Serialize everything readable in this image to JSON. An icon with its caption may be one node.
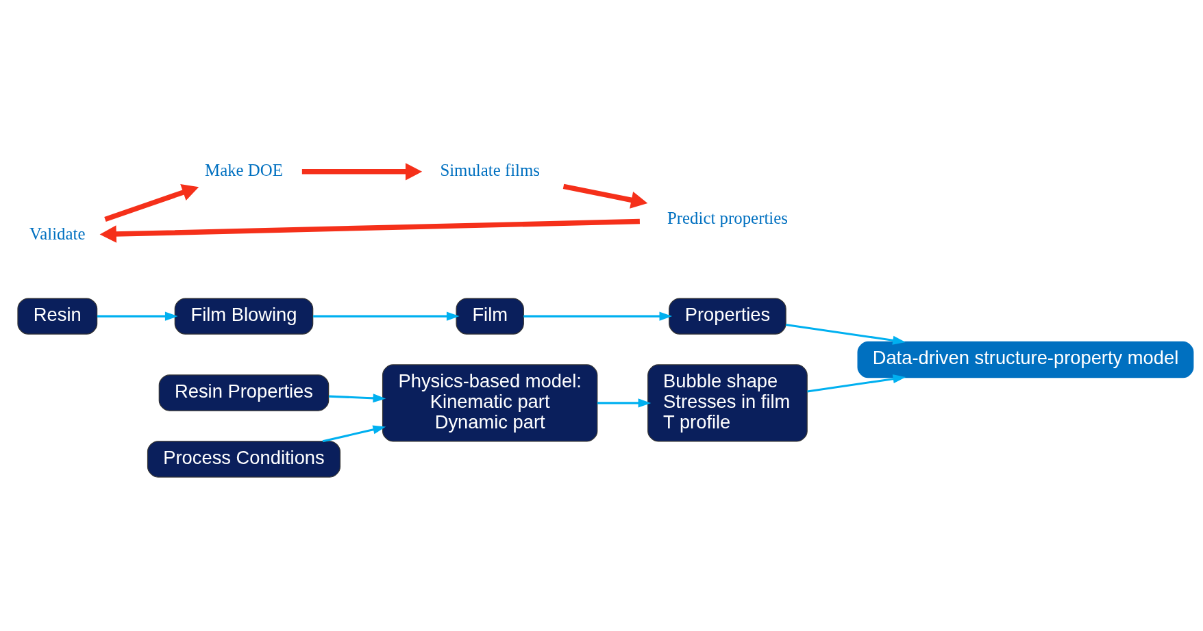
{
  "diagram": {
    "nodes": [
      {
        "text": [
          "Resin"
        ]
      },
      {
        "text": [
          "Film Blowing"
        ]
      },
      {
        "text": [
          "Film"
        ]
      },
      {
        "text": [
          "Properties"
        ]
      },
      {
        "text": [
          "Data-driven structure-property model"
        ]
      },
      {
        "text": [
          "Resin Properties"
        ]
      },
      {
        "text": [
          "Process Conditions"
        ]
      },
      {
        "text": [
          "Physics-based model:",
          "Kinematic part",
          "Dynamic part"
        ]
      },
      {
        "text": [
          "Bubble shape",
          "Stresses in film",
          "T profile"
        ]
      },
      {
        "text": [
          "Validate"
        ]
      },
      {
        "text": [
          "Make DOE"
        ]
      },
      {
        "text": [
          "Simulate films"
        ]
      },
      {
        "text": [
          "Predict properties"
        ]
      }
    ],
    "edges": [
      {
        "from": 0,
        "to": 1,
        "arrow": "to"
      },
      {
        "from": 1,
        "to": 2,
        "arrow": "to"
      },
      {
        "from": 2,
        "to": 3,
        "arrow": "to"
      },
      {
        "from": 3,
        "to": 4,
        "arrow": "to"
      },
      {
        "from": 5,
        "to": 7,
        "arrow": "to"
      },
      {
        "from": 6,
        "to": 7,
        "arrow": "to"
      },
      {
        "from": 7,
        "to": 8,
        "arrow": "to"
      },
      {
        "from": 8,
        "to": 4,
        "arrow": "to"
      },
      {
        "from": 9,
        "to": 10,
        "arrow": "to",
        "style": "thick",
        "color": "#f5301a"
      },
      {
        "from": 10,
        "to": 11,
        "arrow": "to",
        "style": "thick",
        "color": "#f5301a"
      },
      {
        "from": 11,
        "to": 12,
        "arrow": "to",
        "style": "thick",
        "color": "#f5301a"
      },
      {
        "from": 12,
        "to": 9,
        "arrow": "to",
        "style": "thick",
        "color": "#f5301a"
      }
    ]
  }
}
